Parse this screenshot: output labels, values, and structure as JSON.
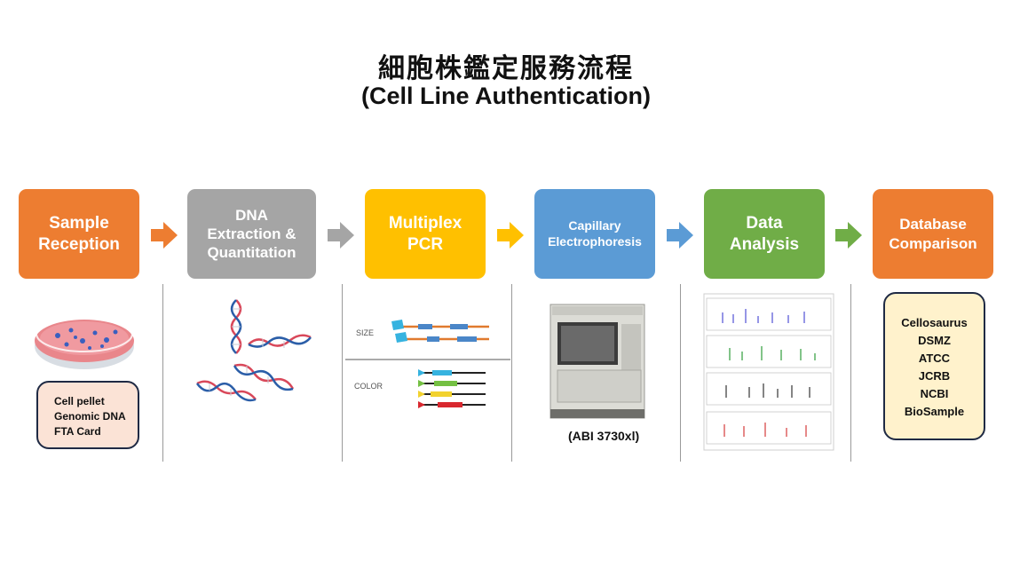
{
  "title": {
    "main": "細胞株鑑定服務流程",
    "sub": "(Cell Line Authentication)"
  },
  "steps": [
    {
      "label": "Sample\nReception",
      "color": "#ed7d31"
    },
    {
      "label": "DNA\nExtraction &\nQuantitation",
      "color": "#a5a5a5"
    },
    {
      "label": "Multiplex\nPCR",
      "color": "#ffc000"
    },
    {
      "label": "Capillary\nElectrophoresis",
      "color": "#5b9bd5"
    },
    {
      "label": "Data\nAnalysis",
      "color": "#70ad47"
    },
    {
      "label": "Database\nComparison",
      "color": "#ed7d31"
    }
  ],
  "sample_types": [
    "Cell pellet",
    "Genomic DNA",
    "FTA Card"
  ],
  "pcr_labels": {
    "size": "SIZE",
    "color": "COLOR"
  },
  "instrument_caption": "(ABI 3730xl)",
  "databases": [
    "Cellosaurus",
    "DSMZ",
    "ATCC",
    "JCRB",
    "NCBI",
    "BioSample"
  ]
}
